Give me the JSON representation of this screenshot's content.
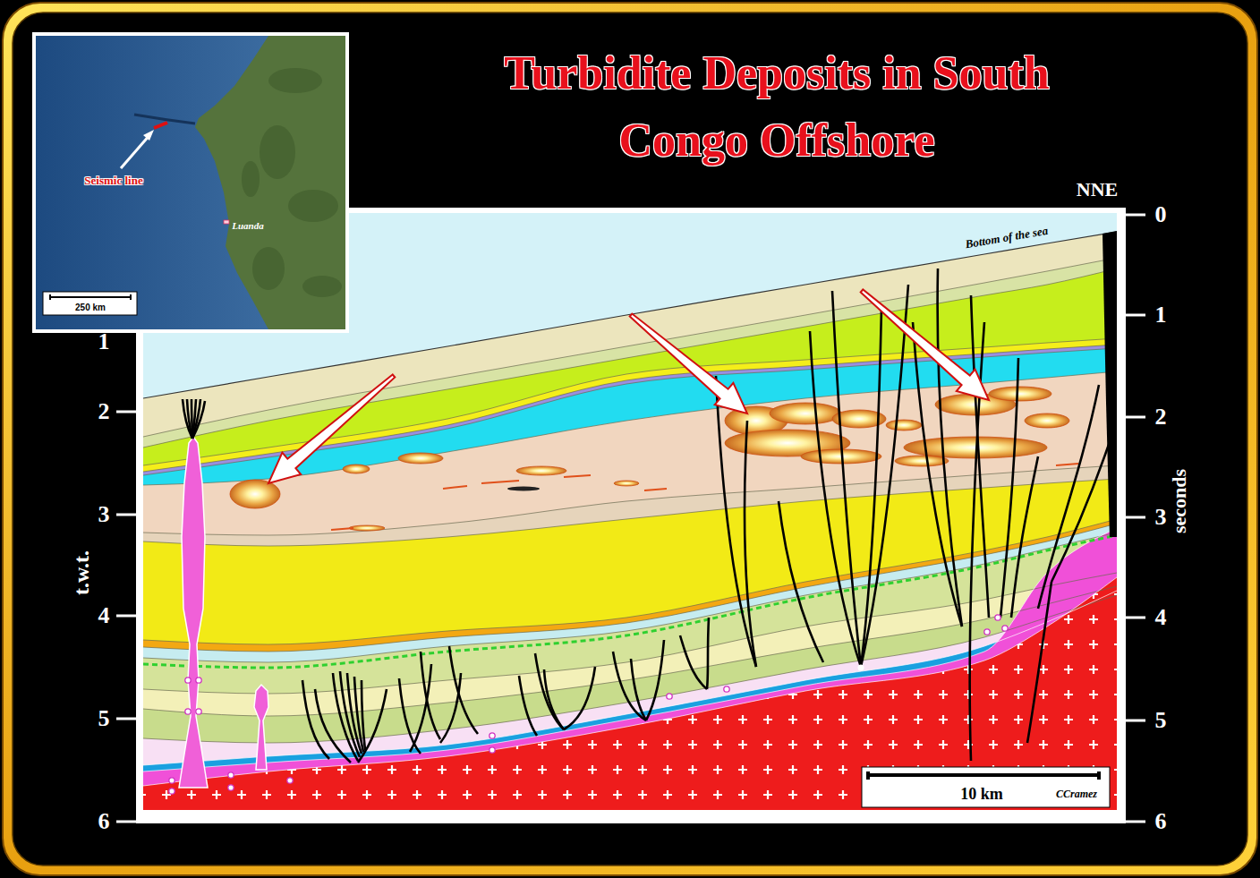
{
  "diagram": {
    "title": "Turbidite Deposits in South Congo Offshore",
    "labels": [
      "Seismic line",
      "Luanda",
      "250 km",
      "NNE",
      "0",
      "1",
      "2",
      "3",
      "4",
      "5",
      "6",
      "seconds",
      "Bottom of the sea",
      "1",
      "2",
      "3",
      "4",
      "5",
      "6",
      "t.w.t.",
      "10 km",
      "CCramez"
    ]
  }
}
